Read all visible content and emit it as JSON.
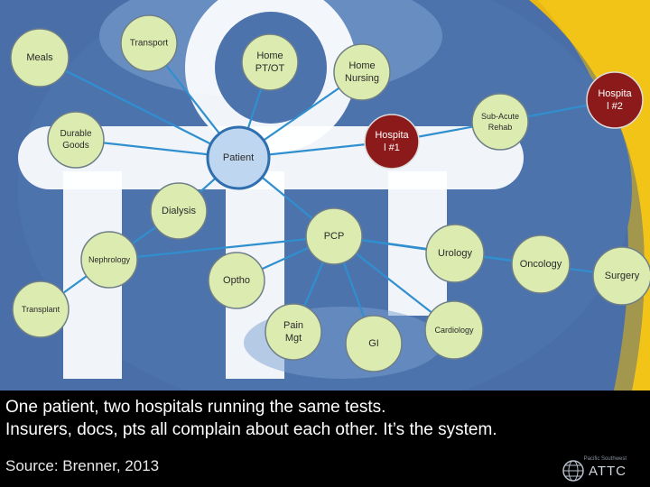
{
  "diagram": {
    "nodes": [
      {
        "id": "patient",
        "lines": [
          "Patient"
        ],
        "style": "patient"
      },
      {
        "id": "meals",
        "lines": [
          "Meals"
        ],
        "style": "normal"
      },
      {
        "id": "transport",
        "lines": [
          "Transport"
        ],
        "style": "normal"
      },
      {
        "id": "home-ptot",
        "lines": [
          "Home",
          "PT/OT"
        ],
        "style": "normal"
      },
      {
        "id": "home-nursing",
        "lines": [
          "Home",
          "Nursing"
        ],
        "style": "normal"
      },
      {
        "id": "durable-goods",
        "lines": [
          "Durable",
          "Goods"
        ],
        "style": "normal"
      },
      {
        "id": "hospital-1",
        "lines": [
          "Hospita",
          "l #1"
        ],
        "style": "hospital"
      },
      {
        "id": "sub-acute-rehab",
        "lines": [
          "Sub-Acute",
          "Rehab"
        ],
        "style": "normal"
      },
      {
        "id": "hospital-2",
        "lines": [
          "Hospita",
          "l #2"
        ],
        "style": "hospital"
      },
      {
        "id": "dialysis",
        "lines": [
          "Dialysis"
        ],
        "style": "normal"
      },
      {
        "id": "pcp",
        "lines": [
          "PCP"
        ],
        "style": "normal"
      },
      {
        "id": "nephrology",
        "lines": [
          "Nephrology"
        ],
        "style": "normal"
      },
      {
        "id": "urology",
        "lines": [
          "Urology"
        ],
        "style": "normal"
      },
      {
        "id": "oncology",
        "lines": [
          "Oncology"
        ],
        "style": "normal"
      },
      {
        "id": "surgery",
        "lines": [
          "Surgery"
        ],
        "style": "normal"
      },
      {
        "id": "optho",
        "lines": [
          "Optho"
        ],
        "style": "normal"
      },
      {
        "id": "transplant",
        "lines": [
          "Transplant"
        ],
        "style": "normal"
      },
      {
        "id": "pain-mgt",
        "lines": [
          "Pain",
          "Mgt"
        ],
        "style": "normal"
      },
      {
        "id": "gi",
        "lines": [
          "GI"
        ],
        "style": "normal"
      },
      {
        "id": "cardiology",
        "lines": [
          "Cardiology"
        ],
        "style": "normal"
      }
    ],
    "edges": [
      [
        "patient",
        "meals"
      ],
      [
        "patient",
        "transport"
      ],
      [
        "patient",
        "home-ptot"
      ],
      [
        "patient",
        "home-nursing"
      ],
      [
        "patient",
        "durable-goods"
      ],
      [
        "patient",
        "hospital-1"
      ],
      [
        "patient",
        "dialysis"
      ],
      [
        "patient",
        "pcp"
      ],
      [
        "hospital-1",
        "sub-acute-rehab"
      ],
      [
        "sub-acute-rehab",
        "hospital-2"
      ],
      [
        "dialysis",
        "nephrology"
      ],
      [
        "nephrology",
        "transplant"
      ],
      [
        "pcp",
        "nephrology"
      ],
      [
        "pcp",
        "optho"
      ],
      [
        "pcp",
        "pain-mgt"
      ],
      [
        "pcp",
        "gi"
      ],
      [
        "pcp",
        "cardiology"
      ],
      [
        "pcp",
        "urology"
      ],
      [
        "pcp",
        "oncology"
      ],
      [
        "pcp",
        "surgery"
      ]
    ],
    "colors": {
      "node_fill": "#dcebb0",
      "node_stroke": "#6e7f88",
      "patient_fill": "#bfd6f0",
      "hospital_fill": "#8c1a1a",
      "edge": "#2f8fcf",
      "background": "#4a6fa8",
      "accent_gold": "#f2c418"
    }
  },
  "caption": {
    "line1": "One patient, two hospitals running the same tests.",
    "line2": "Insurers, docs, pts all complain about each other. It’s the system."
  },
  "footer": {
    "source": "Source: Brenner, 2013",
    "logo_text": "ATTC",
    "logo_subtext": "Pacific Southwest"
  }
}
